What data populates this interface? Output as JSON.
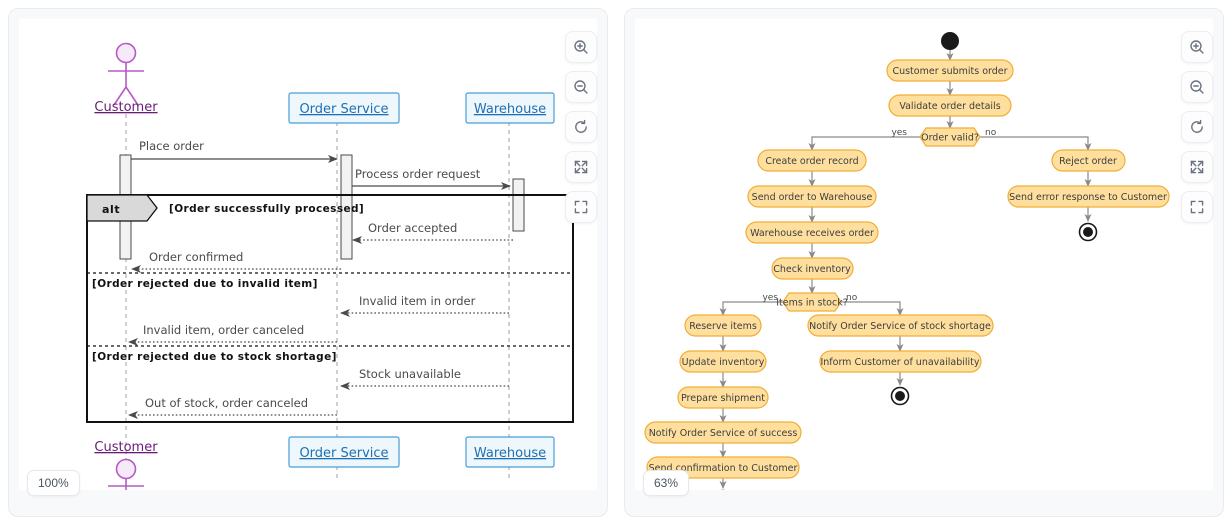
{
  "panels": [
    {
      "id": "sequence-diagram-panel",
      "zoom_label": "100%",
      "toolbar": [
        {
          "name": "zoom-in-icon",
          "label": "Zoom in"
        },
        {
          "name": "zoom-out-icon",
          "label": "Zoom out"
        },
        {
          "name": "reset-icon",
          "label": "Reset view"
        },
        {
          "name": "expand-icon",
          "label": "Fit to screen"
        },
        {
          "name": "fullscreen-icon",
          "label": "Fullscreen"
        }
      ]
    },
    {
      "id": "activity-diagram-panel",
      "zoom_label": "63%",
      "toolbar": [
        {
          "name": "zoom-in-icon",
          "label": "Zoom in"
        },
        {
          "name": "zoom-out-icon",
          "label": "Zoom out"
        },
        {
          "name": "reset-icon",
          "label": "Reset view"
        },
        {
          "name": "expand-icon",
          "label": "Fit to screen"
        },
        {
          "name": "fullscreen-icon",
          "label": "Fullscreen"
        }
      ]
    }
  ],
  "sequence": {
    "participants": [
      {
        "name": "Customer",
        "label": "Customer",
        "type": "actor"
      },
      {
        "name": "Order Service",
        "label": "Order Service",
        "type": "box"
      },
      {
        "name": "Warehouse",
        "label": "Warehouse",
        "type": "box"
      }
    ],
    "messages": [
      {
        "label": "Place order",
        "from": "Customer",
        "to": "Order Service",
        "style": "solid"
      },
      {
        "label": "Process order request",
        "from": "Order Service",
        "to": "Warehouse",
        "style": "solid"
      },
      {
        "label": "Order accepted",
        "from": "Warehouse",
        "to": "Order Service",
        "style": "dotted"
      },
      {
        "label": "Order confirmed",
        "from": "Order Service",
        "to": "Customer",
        "style": "dotted"
      },
      {
        "label": "Invalid item in order",
        "from": "Warehouse",
        "to": "Order Service",
        "style": "dotted"
      },
      {
        "label": "Invalid item, order canceled",
        "from": "Order Service",
        "to": "Customer",
        "style": "dotted"
      },
      {
        "label": "Stock unavailable",
        "from": "Warehouse",
        "to": "Order Service",
        "style": "dotted"
      },
      {
        "label": "Out of stock, order canceled",
        "from": "Order Service",
        "to": "Customer",
        "style": "dotted"
      }
    ],
    "fragment": {
      "operator": "alt",
      "guards": [
        "[Order successfully processed]",
        "[Order rejected due to invalid item]",
        "[Order rejected due to stock shortage]"
      ]
    },
    "colors": {
      "participant_fill": "#eef7fc",
      "participant_border": "#4a9cd6",
      "participant_text": "#1f6fb2",
      "actor": "#b45bc4",
      "actor_label": "#6a1b7a",
      "message": "#4a4a4a",
      "fragment_border": "#111111",
      "fragment_tab_fill": "#d9d9d9"
    }
  },
  "activity": {
    "nodes": [
      {
        "id": "start",
        "type": "initial",
        "label": ""
      },
      {
        "id": "n1",
        "type": "action",
        "label": "Customer submits order"
      },
      {
        "id": "n2",
        "type": "action",
        "label": "Validate order details"
      },
      {
        "id": "d1",
        "type": "decision",
        "label": "Order valid?"
      },
      {
        "id": "n3",
        "type": "action",
        "label": "Create order record"
      },
      {
        "id": "n4",
        "type": "action",
        "label": "Send order to Warehouse"
      },
      {
        "id": "n5",
        "type": "action",
        "label": "Warehouse receives order"
      },
      {
        "id": "n6",
        "type": "action",
        "label": "Check inventory"
      },
      {
        "id": "d2",
        "type": "decision",
        "label": "Items in stock?"
      },
      {
        "id": "n7",
        "type": "action",
        "label": "Reserve items"
      },
      {
        "id": "n8",
        "type": "action",
        "label": "Update inventory"
      },
      {
        "id": "n9",
        "type": "action",
        "label": "Prepare shipment"
      },
      {
        "id": "n10",
        "type": "action",
        "label": "Notify Order Service of success"
      },
      {
        "id": "n11",
        "type": "action",
        "label": "Send confirmation to Customer"
      },
      {
        "id": "end1",
        "type": "final",
        "label": ""
      },
      {
        "id": "n12",
        "type": "action",
        "label": "Reject order"
      },
      {
        "id": "n13",
        "type": "action",
        "label": "Send error response to Customer"
      },
      {
        "id": "end2",
        "type": "final",
        "label": ""
      },
      {
        "id": "n14",
        "type": "action",
        "label": "Notify Order Service of stock shortage"
      },
      {
        "id": "n15",
        "type": "action",
        "label": "Inform Customer of unavailability"
      },
      {
        "id": "end3",
        "type": "final",
        "label": ""
      }
    ],
    "edge_labels": {
      "d1_yes": "yes",
      "d1_no": "no",
      "d2_yes": "yes",
      "d2_no": "no"
    },
    "colors": {
      "node_fill": "#ffdf9e",
      "node_border": "#f0ad36",
      "node_text": "#3d3d3d",
      "edge": "#8a8a8a",
      "terminal": "#1a1a1a"
    }
  }
}
